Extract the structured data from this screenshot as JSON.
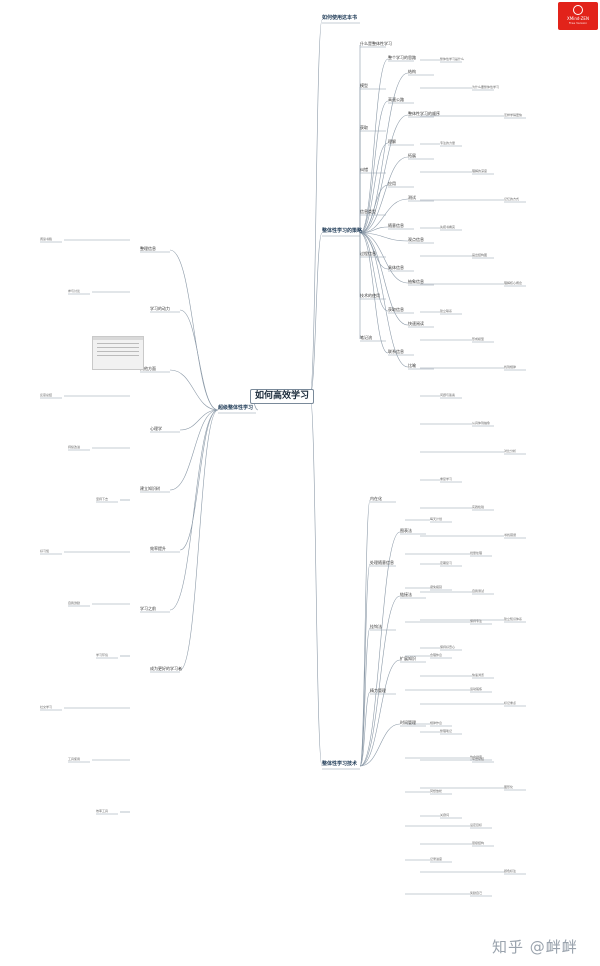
{
  "logo": {
    "title": "XMind·ZEN",
    "subtitle": "Free Version"
  },
  "watermark": "知乎 @衅衅",
  "colors": {
    "line": "#8c9aa8",
    "accent": "#e2231a"
  },
  "root": "如何高效学习",
  "branches": {
    "howto": "如何使用这本书",
    "fastlearn": "整体性学习的策略",
    "method": "超级整体性学习",
    "tech": "整体性学习技术"
  },
  "topics": {
    "t1": "什么是整体性学习",
    "t2": "整个学习的思路",
    "t3": "结构",
    "t4": "模型",
    "t5": "高速公路",
    "t6": "整体性学习的顺序",
    "t7": "获取",
    "t8": "理解",
    "t9": "拓展",
    "t10": "纠错",
    "t11": "应用",
    "t12": "测试",
    "t13": "信息类型",
    "t14": "随意信息",
    "t15": "观点信息",
    "t16": "过程信息",
    "t17": "具体信息",
    "t18": "抽象信息",
    "t19": "技术的使用",
    "t20": "获取信息",
    "t21": "快速阅读",
    "t22": "笔记流",
    "t23": "联系信息",
    "t24": "比喻",
    "t25": "内在化",
    "t26": "图表法",
    "t27": "处理随意信息",
    "t28": "链接法",
    "t29": "挂钩法",
    "t30": "扩展知识",
    "t31": "精力管理",
    "t32": "时间管理",
    "t33": "整理信息",
    "t34": "学习的动力",
    "t35": "其他方面",
    "t36": "心理学",
    "t37": "建立知识树",
    "t38": "效率提升",
    "t39": "学习之前",
    "t40": "成为更好的学习者"
  },
  "leaves": [
    "整体性学习是什么",
    "为什么要整体性学习",
    "怎样学得更快",
    "专注的力量",
    "理解的深度",
    "记忆的方式",
    "先把书看完",
    "画出结构图",
    "理解核心概念",
    "建立联系",
    "形成模型",
    "找到规律",
    "问题与答案",
    "从具体到抽象",
    "对比分析",
    "重复学习",
    "实践检验",
    "寻找错误",
    "定期复习",
    "自我测试",
    "建立知识体系",
    "保持好奇心",
    "快速浏览",
    "标记重点",
    "整理笔记",
    "写出总结",
    "图形化",
    "关键词",
    "层级结构",
    "颜色标注",
    "每天计划",
    "批量处理",
    "避免拖延",
    "保持专注",
    "合理休息",
    "运动锻炼",
    "规律作息",
    "饮食健康",
    "冥想放松",
    "设定目标",
    "记录进度",
    "奖励自己",
    "阅读书籍",
    "参与讨论",
    "教给别人",
    "反思总结",
    "持续改进",
    "坚持下去",
    "好习惯",
    "自我激励",
    "学习环境",
    "社交学习",
    "工具使用",
    "效率工具"
  ],
  "screenshot_caption": "整体性学习模型"
}
